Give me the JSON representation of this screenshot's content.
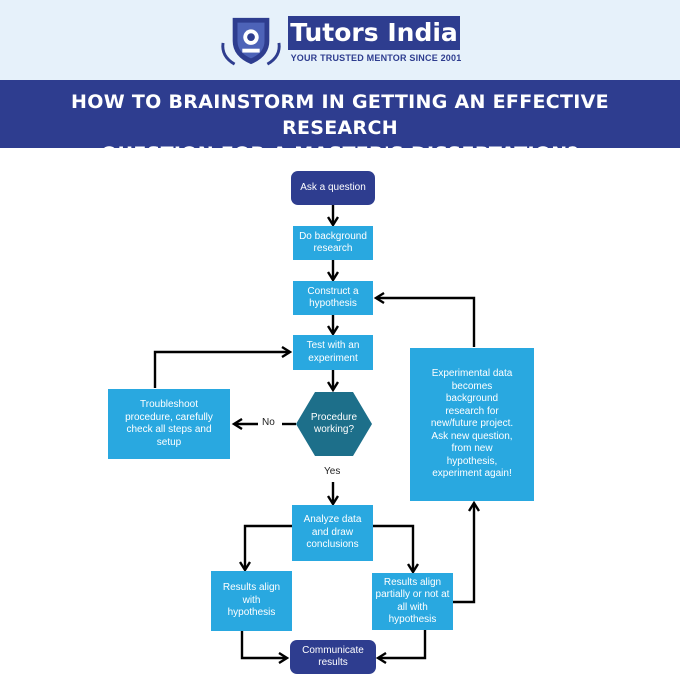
{
  "header": {
    "brand_name": "Tutors India",
    "tagline": "YOUR TRUSTED MENTOR SINCE 2001",
    "title_line1": "HOW TO BRAINSTORM IN GETTING AN EFFECTIVE RESEARCH",
    "title_line2": "QUESTION FOR A MASTER'S DISSERTATION?"
  },
  "flow": {
    "ask": "Ask a question",
    "background": "Do background research",
    "hypothesis": "Construct a hypothesis",
    "test": "Test with an experiment",
    "decision": "Procedure working?",
    "troubleshoot": "Troubleshoot procedure, carefully check all steps and setup",
    "analyze": "Analyze data and draw conclusions",
    "align": "Results align with hypothesis",
    "partial": "Results align partially or not at all with hypothesis",
    "communicate": "Communicate results",
    "feedback": "Experimental data becomes background research for new/future project. Ask new question, from new hypothesis, experiment again!",
    "label_no": "No",
    "label_yes": "Yes"
  },
  "colors": {
    "header_bg": "#e6f1fa",
    "brand_navy": "#2e3d8f",
    "process_blue": "#29a8e0",
    "decision_teal": "#1d6f8a",
    "arrow": "#000000"
  }
}
